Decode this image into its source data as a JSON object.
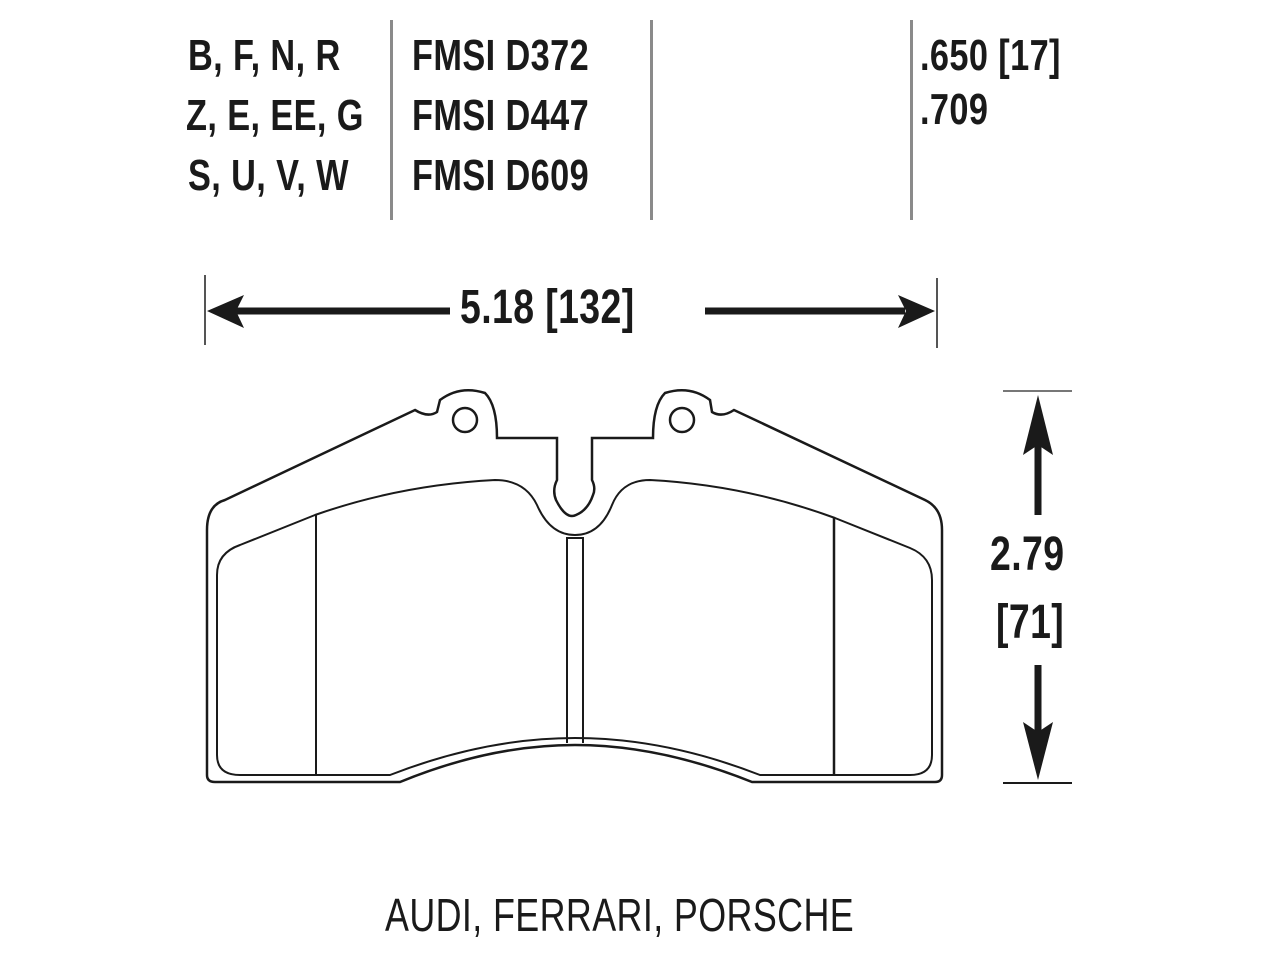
{
  "header": {
    "codes": [
      "B, F, N, R",
      "Z, E, EE, G",
      "S, U, V, W"
    ],
    "fmsi": [
      "FMSI D372",
      "FMSI D447",
      "FMSI D609"
    ],
    "thickness": [
      ".650 [17]",
      ".709"
    ]
  },
  "dimensions": {
    "width_label": "5.18 [132]",
    "height_label_in": "2.79",
    "height_label_mm": "[71]"
  },
  "footer": {
    "vehicles": "AUDI, FERRARI, PORSCHE"
  },
  "colors": {
    "line": "#1a1a1a",
    "divider": "#8a8a8a",
    "background": "#ffffff"
  }
}
